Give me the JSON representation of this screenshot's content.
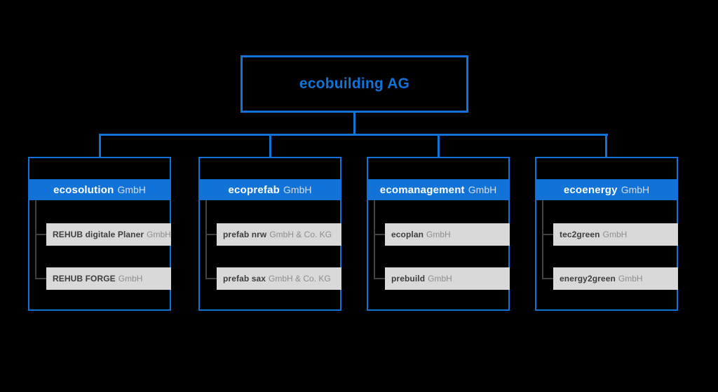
{
  "diagram_type": "org-chart",
  "colors": {
    "background": "#000000",
    "accent_blue": "#1173d8",
    "header_text": "#ffffff",
    "header_suffix_text": "#d4dde9",
    "child_background": "#d9d9d9",
    "child_name_text": "#3d3d3d",
    "child_suffix_text": "#8d8d8d",
    "inner_connector": "#404040"
  },
  "root": {
    "name": "ecobuilding AG"
  },
  "groups": [
    {
      "name": "ecosolution",
      "suffix": "GmbH",
      "children": [
        {
          "name": "REHUB digitale Planer",
          "suffix": "GmbH"
        },
        {
          "name": "REHUB FORGE",
          "suffix": "GmbH"
        }
      ]
    },
    {
      "name": "ecoprefab",
      "suffix": "GmbH",
      "children": [
        {
          "name": "prefab nrw",
          "suffix": "GmbH & Co. KG"
        },
        {
          "name": "prefab sax",
          "suffix": "GmbH & Co. KG"
        }
      ]
    },
    {
      "name": "ecomanagement",
      "suffix": "GmbH",
      "children": [
        {
          "name": "ecoplan",
          "suffix": "GmbH"
        },
        {
          "name": "prebuild",
          "suffix": "GmbH"
        }
      ]
    },
    {
      "name": "ecoenergy",
      "suffix": "GmbH",
      "children": [
        {
          "name": "tec2green",
          "suffix": "GmbH"
        },
        {
          "name": "energy2green",
          "suffix": "GmbH"
        }
      ]
    }
  ]
}
